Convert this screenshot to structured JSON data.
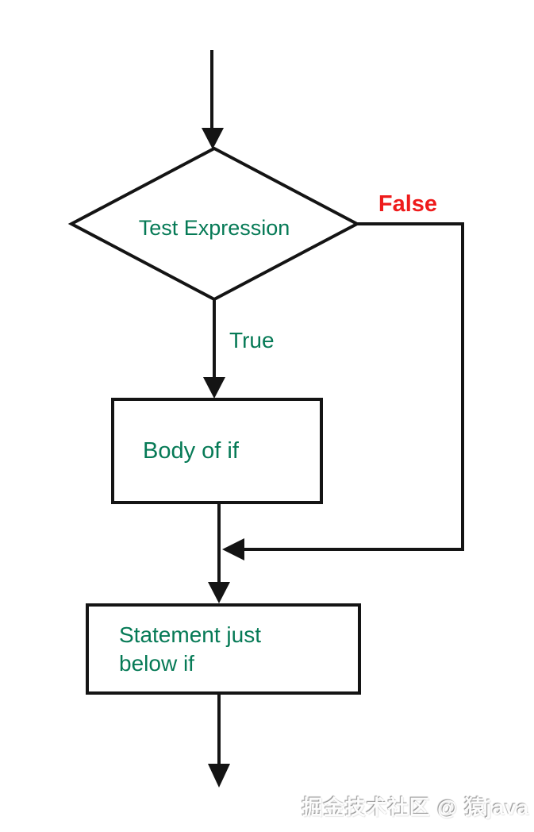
{
  "colors": {
    "line": "#141414",
    "green": "#067a56",
    "red": "#ee1b1b",
    "watermark": "#fcfcfc"
  },
  "nodes": {
    "decision": {
      "label": "Test Expression",
      "shape": "diamond"
    },
    "body": {
      "label": "Body of if",
      "shape": "rectangle"
    },
    "statement": {
      "label_line1": "Statement just",
      "label_line2": "below if",
      "shape": "rectangle"
    }
  },
  "edges": {
    "true_label": "True",
    "false_label": "False"
  },
  "watermark": {
    "text": "掘金技术社区 @ 猿java"
  }
}
